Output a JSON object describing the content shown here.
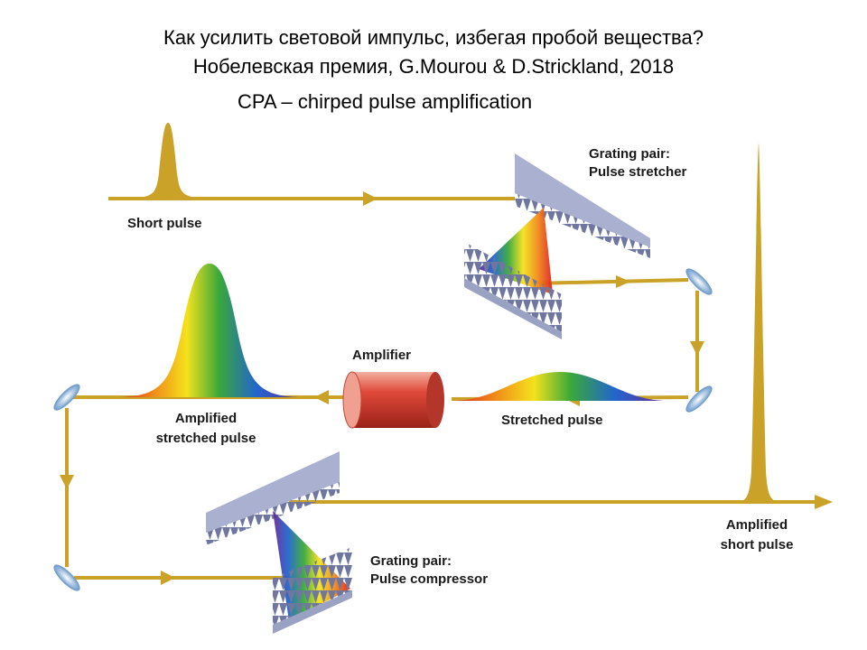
{
  "header": {
    "title_line1": "Как усилить световой импульс, избегая пробой вещества?",
    "title_line2": "Нобелевская премия, G.Mourou & D.Strickland, 2018",
    "subtitle": "CPA – chirped pulse amplification"
  },
  "diagram": {
    "short_pulse": "Short pulse",
    "stretcher_line1": "Grating pair:",
    "stretcher_line2": "Pulse stretcher",
    "amplifier": "Amplifier",
    "stretched_pulse": "Stretched pulse",
    "amplified_stretched_line1": "Amplified",
    "amplified_stretched_line2": "stretched pulse",
    "compressor_line1": "Grating pair:",
    "compressor_line2": "Pulse compressor",
    "amplified_short_line1": "Amplified",
    "amplified_short_line2": "short pulse"
  },
  "colors": {
    "beam": "#c9a227",
    "amplifier": "#d9483b",
    "grating": "#9fa7c8",
    "mirror": "#8fb6de"
  }
}
